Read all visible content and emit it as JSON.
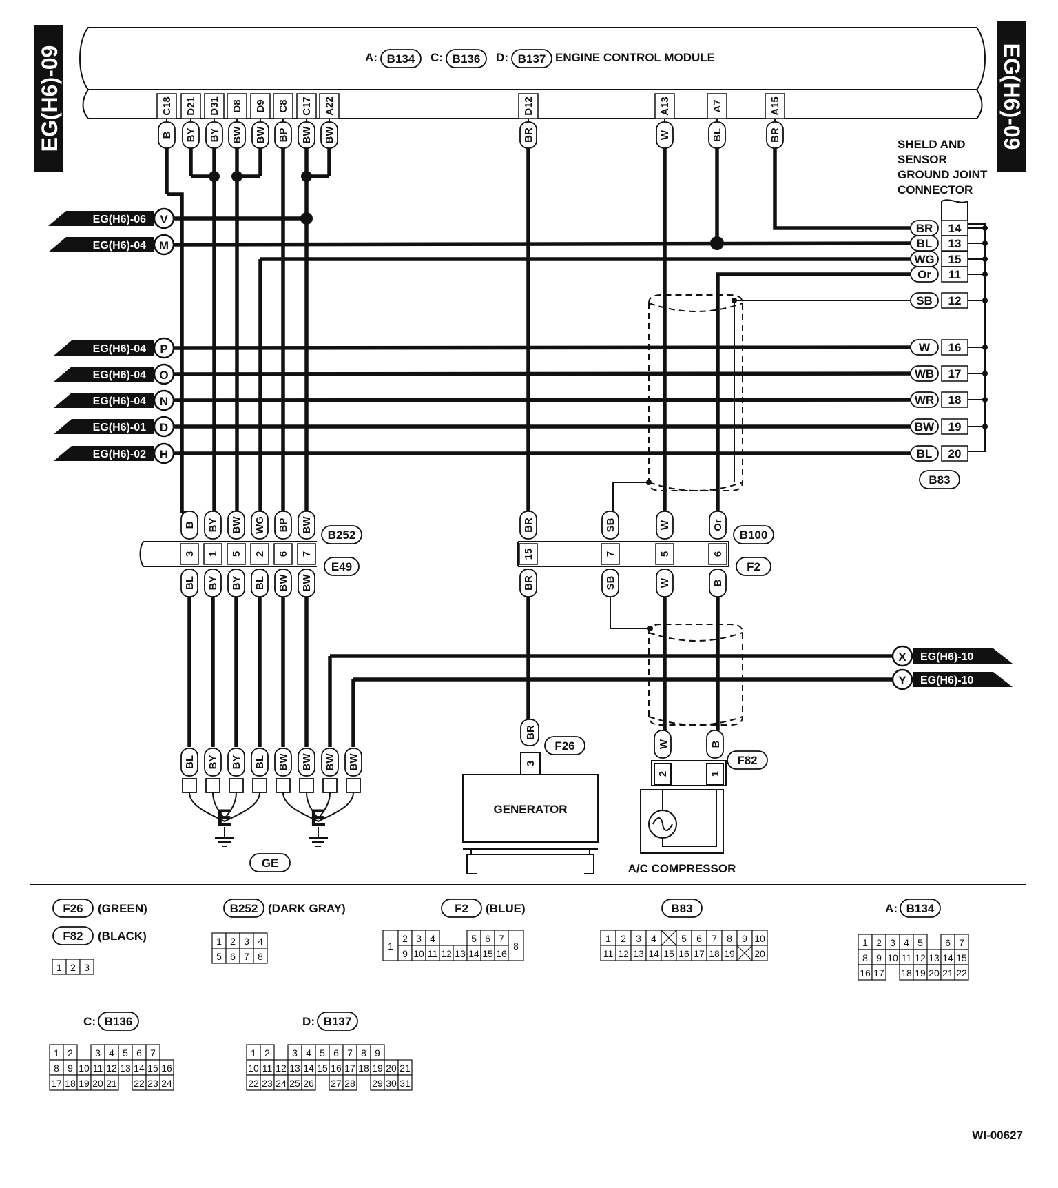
{
  "side_tab": {
    "left": "EG(H6)-09",
    "right": "EG(H6)-09"
  },
  "ecm": {
    "prefix_a": "A:",
    "conn_a": "B134",
    "prefix_c": "C:",
    "conn_c": "B136",
    "prefix_d": "D:",
    "conn_d": "B137",
    "title": "ENGINE CONTROL MODULE",
    "pins": [
      {
        "pin": "C18",
        "color": "B"
      },
      {
        "pin": "D21",
        "color": "BY"
      },
      {
        "pin": "D31",
        "color": "BY"
      },
      {
        "pin": "D8",
        "color": "BW"
      },
      {
        "pin": "D9",
        "color": "BW"
      },
      {
        "pin": "C8",
        "color": "BP"
      },
      {
        "pin": "C17",
        "color": "BW"
      },
      {
        "pin": "A22",
        "color": "BW"
      },
      {
        "pin": "D12",
        "color": "BR"
      },
      {
        "pin": "A13",
        "color": "W"
      },
      {
        "pin": "A7",
        "color": "BL"
      },
      {
        "pin": "A15",
        "color": "BR"
      }
    ]
  },
  "left_refs": [
    {
      "ref": "EG(H6)-06",
      "letter": "V"
    },
    {
      "ref": "EG(H6)-04",
      "letter": "M"
    },
    {
      "ref": "EG(H6)-04",
      "letter": "P"
    },
    {
      "ref": "EG(H6)-04",
      "letter": "O"
    },
    {
      "ref": "EG(H6)-04",
      "letter": "N"
    },
    {
      "ref": "EG(H6)-01",
      "letter": "D"
    },
    {
      "ref": "EG(H6)-02",
      "letter": "H"
    }
  ],
  "right_refs": [
    {
      "ref": "EG(H6)-10",
      "letter": "X"
    },
    {
      "ref": "EG(H6)-10",
      "letter": "Y"
    }
  ],
  "joint": {
    "title_1": "SHELD AND",
    "title_2": "SENSOR",
    "title_3": "GROUND JOINT",
    "title_4": "CONNECTOR",
    "conn": "B83",
    "rows": [
      {
        "color": "BR",
        "pin": "14"
      },
      {
        "color": "BL",
        "pin": "13"
      },
      {
        "color": "WG",
        "pin": "15"
      },
      {
        "color": "Or",
        "pin": "11"
      },
      {
        "color": "SB",
        "pin": "12"
      },
      {
        "color": "W",
        "pin": "16"
      },
      {
        "color": "WB",
        "pin": "17"
      },
      {
        "color": "WR",
        "pin": "18"
      },
      {
        "color": "BW",
        "pin": "19"
      },
      {
        "color": "BL",
        "pin": "20"
      }
    ]
  },
  "b252": {
    "upper": "B252",
    "lower": "E49",
    "columns": [
      {
        "top": "B",
        "pin": "3",
        "bottom": "BL"
      },
      {
        "top": "BY",
        "pin": "1",
        "bottom": "BY"
      },
      {
        "top": "BW",
        "pin": "5",
        "bottom": "BY"
      },
      {
        "top": "WG",
        "pin": "2",
        "bottom": "BL"
      },
      {
        "top": "BP",
        "pin": "6",
        "bottom": "BW"
      },
      {
        "top": "BW",
        "pin": "7",
        "bottom": "BW"
      }
    ]
  },
  "b100": {
    "upper": "B100",
    "lower": "F2",
    "columns": [
      {
        "top": "BR",
        "pin": "15",
        "bottom": "BR"
      },
      {
        "top": "SB",
        "pin": "7",
        "bottom": "SB"
      },
      {
        "top": "W",
        "pin": "5",
        "bottom": "W"
      },
      {
        "top": "Or",
        "pin": "6",
        "bottom": "B"
      }
    ]
  },
  "ground": {
    "wires": [
      "BL",
      "BY",
      "BY",
      "BL",
      "BW",
      "BW",
      "BW",
      "BW"
    ],
    "symbol": "E",
    "conn": "GE"
  },
  "generator": {
    "label": "GENERATOR",
    "conn": "F26",
    "wire": "BR",
    "pin": "3"
  },
  "compressor": {
    "label": "A/C COMPRESSOR",
    "conn": "F82",
    "wires": [
      "W",
      "B"
    ],
    "pins": [
      "2",
      "1"
    ]
  },
  "legend": {
    "f26": {
      "conn": "F26",
      "color": "(GREEN)"
    },
    "f82": {
      "conn": "F82",
      "color": "(BLACK)",
      "pins": [
        "1",
        "2",
        "3"
      ]
    },
    "b252": {
      "conn": "B252",
      "color": "(DARK GRAY)",
      "row1": [
        "1",
        "2",
        "3",
        "4"
      ],
      "row2": [
        "5",
        "6",
        "7",
        "8"
      ]
    },
    "f2": {
      "conn": "F2",
      "color": "(BLUE)",
      "left": "1",
      "right": "8",
      "row1": [
        "2",
        "3",
        "4",
        "5",
        "6",
        "7"
      ],
      "row2": [
        "9",
        "10",
        "11",
        "12",
        "13",
        "14",
        "15",
        "16"
      ]
    },
    "b83": {
      "conn": "B83",
      "row1": [
        "1",
        "2",
        "3",
        "4",
        "5",
        "6",
        "7",
        "8",
        "9",
        "10"
      ],
      "row2": [
        "11",
        "12",
        "13",
        "14",
        "15",
        "16",
        "17",
        "18",
        "19",
        "20"
      ]
    },
    "b134": {
      "prefix": "A:",
      "conn": "B134",
      "row1": [
        "1",
        "2",
        "3",
        "4",
        "5",
        "6",
        "7"
      ],
      "row2": [
        "8",
        "9",
        "10",
        "11",
        "12",
        "13",
        "14",
        "15"
      ],
      "row3": [
        "16",
        "17",
        "18",
        "19",
        "20",
        "21",
        "22"
      ]
    },
    "b136": {
      "prefix": "C:",
      "conn": "B136",
      "row1": [
        "1",
        "2",
        "3",
        "4",
        "5",
        "6",
        "7"
      ],
      "row2": [
        "8",
        "9",
        "10",
        "11",
        "12",
        "13",
        "14",
        "15",
        "16"
      ],
      "row3": [
        "17",
        "18",
        "19",
        "20",
        "21",
        "22",
        "23",
        "24"
      ]
    },
    "b137": {
      "prefix": "D:",
      "conn": "B137",
      "row1": [
        "1",
        "2",
        "3",
        "4",
        "5",
        "6",
        "7",
        "8",
        "9"
      ],
      "row2": [
        "10",
        "11",
        "12",
        "13",
        "14",
        "15",
        "16",
        "17",
        "18",
        "19",
        "20",
        "21"
      ],
      "row3": [
        "22",
        "23",
        "24",
        "25",
        "26",
        "27",
        "28",
        "29",
        "30",
        "31"
      ]
    }
  },
  "figure_id": "WI-00627"
}
